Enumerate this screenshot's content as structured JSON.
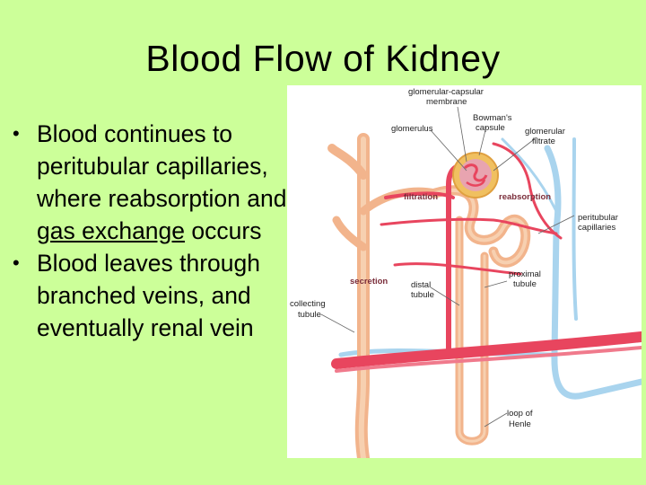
{
  "slide": {
    "title": "Blood Flow of Kidney",
    "bullets": [
      {
        "before": "Blood continues to peritubular capillaries, where reabsorption and ",
        "underlined": "gas exchange",
        "after": " occurs"
      },
      {
        "before": "Blood leaves through branched veins, and eventually renal vein",
        "underlined": "",
        "after": ""
      }
    ],
    "bullet_glyph": "•"
  },
  "diagram": {
    "labels": {
      "glomerular_capsular_membrane_1": "glomerular-capsular",
      "glomerular_capsular_membrane_2": "membrane",
      "bowmans_capsule_1": "Bowman's",
      "bowmans_capsule_2": "capsule",
      "glomerulus": "glomerulus",
      "glomerular_filtrate_1": "glomerular",
      "glomerular_filtrate_2": "filtrate",
      "filtration": "filtration",
      "reabsorption": "reabsorption",
      "peritubular_capillaries_1": "peritubular",
      "peritubular_capillaries_2": "capillaries",
      "secretion": "secretion",
      "distal_tubule_1": "distal",
      "distal_tubule_2": "tubule",
      "proximal_tubule_1": "proximal",
      "proximal_tubule_2": "tubule",
      "collecting_tubule_1": "collecting",
      "collecting_tubule_2": "tubule",
      "loop_of_henle_1": "loop of",
      "loop_of_henle_2": "Henle"
    },
    "colors": {
      "background": "#ccff99",
      "artery": "#e8455e",
      "tubule": "#f2b48c",
      "tubule_light": "#f7d0b0",
      "vein": "#a9d4ee",
      "capsule": "#f0c060"
    }
  }
}
